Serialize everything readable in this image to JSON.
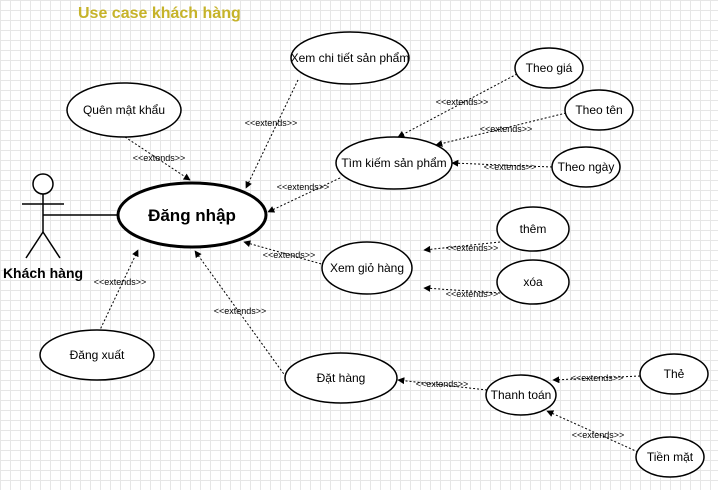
{
  "title": "Use case khách hàng",
  "actor": {
    "label": "Khách hàng"
  },
  "use_cases": {
    "dang_nhap": "Đăng nhập",
    "quen_mat_khau": "Quên mật khẩu",
    "dang_xuat": "Đăng xuất",
    "xem_chi_tiet": "Xem chi tiết sản phẩm",
    "tim_kiem": "Tìm kiếm sản phẩm",
    "theo_gia": "Theo giá",
    "theo_ten": "Theo tên",
    "theo_ngay": "Theo ngày",
    "xem_gio_hang": "Xem giỏ hàng",
    "them": "thêm",
    "xoa": "xóa",
    "dat_hang": "Đặt hàng",
    "thanh_toan": "Thanh toán",
    "the": "Thẻ",
    "tien_mat": "Tiền mặt"
  },
  "relation_label": "<<extends>>"
}
